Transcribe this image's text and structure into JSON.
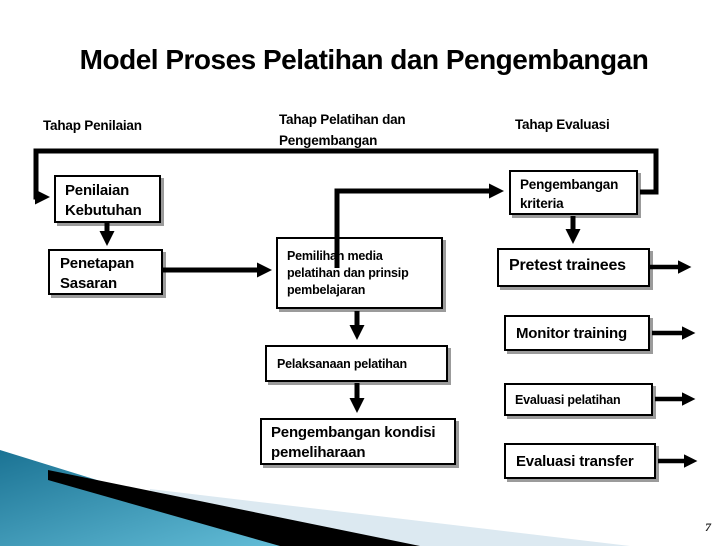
{
  "slide": {
    "title": "Model Proses Pelatihan dan Pengembangan",
    "page_number": "7"
  },
  "headers": {
    "penilaian": "Tahap Penilaian",
    "pelatihan_line1": "Tahap Pelatihan dan",
    "pelatihan_line2": "Pengembangan",
    "evaluasi": "Tahap Evaluasi"
  },
  "boxes": {
    "penilaian_kebutuhan": {
      "line1": "Penilaian",
      "line2": "Kebutuhan"
    },
    "penetapan_sasaran": {
      "line1": "Penetapan",
      "line2": "Sasaran"
    },
    "pemilihan_media": {
      "line1": "Pemilihan media",
      "line2": "pelatihan dan prinsip",
      "line3": "pembelajaran"
    },
    "pelaksanaan_pelatihan": {
      "line1": "Pelaksanaan pelatihan"
    },
    "pengembangan_kondisi": {
      "line1": "Pengembangan kondisi",
      "line2": "pemeliharaan"
    },
    "pengembangan_kriteria": {
      "line1": "Pengembangan",
      "line2": "kriteria"
    },
    "pretest_trainees": {
      "line1": "Pretest trainees"
    },
    "monitor_training": {
      "line1": "Monitor training"
    },
    "evaluasi_pelatihan": {
      "line1": "Evaluasi pelatihan"
    },
    "evaluasi_transfer": {
      "line1": "Evaluasi transfer"
    }
  },
  "colors": {
    "line_and_text": "#000000",
    "box_shadow": "#9b9b9b",
    "deco_teal_dark": "#1b7394",
    "deco_teal_light": "#66c0da",
    "deco_pale_blue": "#dce9f1",
    "deco_stripe": "#000000"
  }
}
